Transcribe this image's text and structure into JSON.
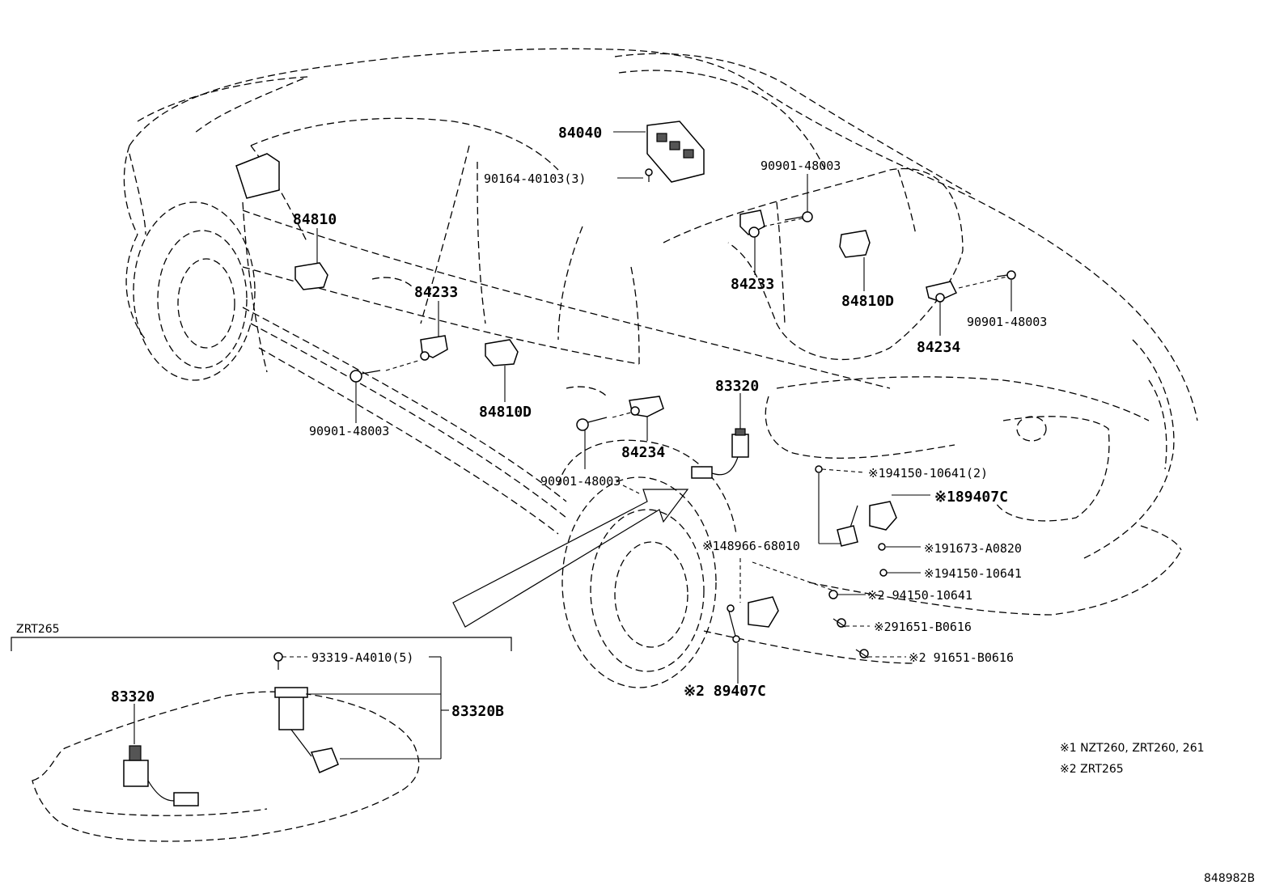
{
  "parts": {
    "p84040": "84040",
    "p90164": "90164-40103(3)",
    "p90901_top": "90901-48003",
    "p84810": "84810",
    "p84233_front": "84233",
    "p84233_rear": "84233",
    "p84810D_rear": "84810D",
    "p84234_rear": "84234",
    "p90901_rear": "90901-48003",
    "p84810D_front": "84810D",
    "p90901_front": "90901-48003",
    "p83320": "83320",
    "p84234_mid": "84234",
    "p90901_mid": "90901-48003",
    "p94150_2": "※194150-10641(2)",
    "p89407C_1": "※189407C",
    "p48966": "※148966-68010",
    "p91673": "※191673-A0820",
    "p94150_1": "※194150-10641",
    "p94150_z": "※2 94150-10641",
    "p91651_a": "※291651-B0616",
    "p91651_b": "※2 91651-B0616",
    "p89407C_2": "※2 89407C"
  },
  "inset": {
    "title": "ZRT265",
    "p93319": "93319-A4010(5)",
    "p83320": "83320",
    "p83320B": "83320B"
  },
  "notes": {
    "n1": "※1 NZT260, ZRT260, 261",
    "n2": "※2 ZRT265"
  },
  "figure_id": "848982B"
}
